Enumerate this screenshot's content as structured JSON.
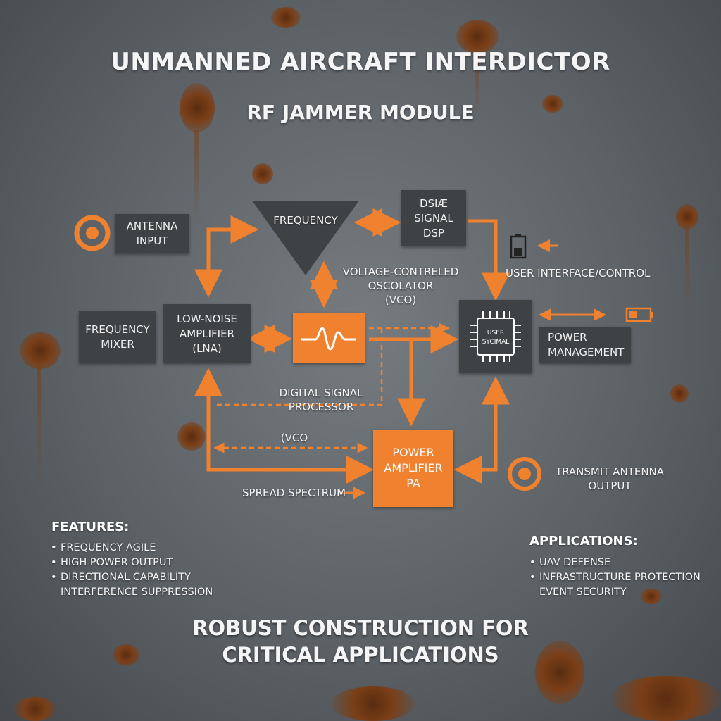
{
  "title": "UNMANNED AIRCRAFT INTERDICTOR",
  "subtitle": "RF JAMMER MODULE",
  "tagline_line1": "ROBUST CONSTRUCTION FOR",
  "tagline_line2": "CRITICAL APPLICATIONS",
  "colors": {
    "accent": "#f0812e",
    "box": "#3f4245",
    "background": "#5d6267",
    "rust": "#7a3f18"
  },
  "blocks": {
    "antenna_input": [
      "ANTENNA",
      "INPUT"
    ],
    "frequency": "FREQUENCY",
    "dsp_top": [
      "DSIÆ",
      "SIGNAL",
      "DSP"
    ],
    "user_interface": "USER INTERFACE/CONTROL",
    "vco_label": [
      "VOLTAGE-CONTRELED",
      "OSCOLATOR",
      "(VCO)"
    ],
    "frequency_mixer": [
      "FREQUENCY",
      "MIXER"
    ],
    "lna": [
      "LOW-NOISE",
      "AMPLIFIER",
      "(LNA)"
    ],
    "chip_label": [
      "USER",
      "SYCIMAL"
    ],
    "power_management": [
      "POWER",
      "MANAGEMENT"
    ],
    "dsp_label": [
      "DIGITAL SIGNAL",
      "PROCESSOR"
    ],
    "vco_short": "(VCO",
    "power_amplifier": [
      "POWER",
      "AMPLIFIER",
      "PA"
    ],
    "transmit_antenna": [
      "TRANSMIT ANTENNA",
      "OUTPUT"
    ],
    "spread_spectrum": "SPREAD SPECTRUM"
  },
  "icons": [
    "antenna-input-icon",
    "battery-icon",
    "battery-low-icon",
    "sine-wave-icon",
    "chip-icon",
    "transmit-antenna-icon"
  ],
  "features": {
    "heading": "FEATURES:",
    "items": [
      "FREQUENCY AGILE",
      "HIGH POWER OUTPUT",
      "DIRECTIONAL CAPABILITY"
    ],
    "continuation": "INTERFERENCE SUPPRESSION"
  },
  "applications": {
    "heading": "APPLICATIONS:",
    "items": [
      "UAV DEFENSE",
      "INFRASTRUCTURE PROTECTION"
    ],
    "continuation": "EVENT SECURITY"
  }
}
